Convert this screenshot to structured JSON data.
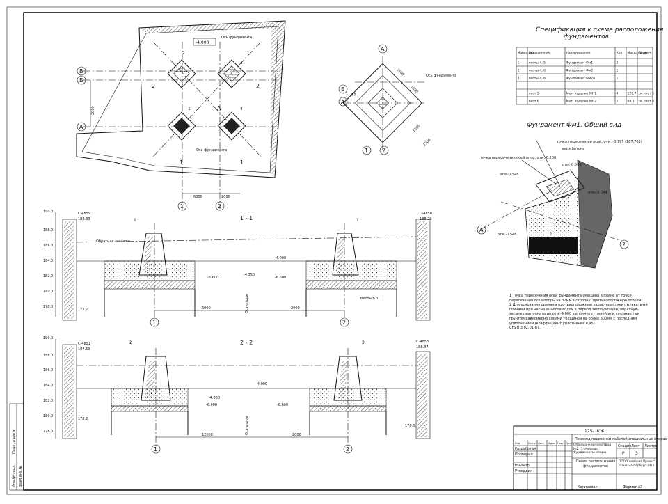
{
  "plan": {
    "top_level": "-4.000",
    "axis_label": "Ось фундамента",
    "axis_label_bottom": "Ось фундамента",
    "dim_left": "2000",
    "dim_b1": "6000",
    "dim_b2": "2000",
    "row_marks": [
      "В",
      "Б",
      "А"
    ],
    "col_marks": [
      "1",
      "2"
    ],
    "section_marks": [
      "2",
      "2",
      "1",
      "1"
    ],
    "pier_marks": [
      "2",
      "3",
      "1",
      "4"
    ],
    "center_mark": "А"
  },
  "detail": {
    "marks": [
      "А",
      "Б",
      "А",
      "1",
      "2"
    ],
    "axis_label": "Ось фундамента",
    "dims": [
      "2500",
      "1500",
      "1500",
      "2500",
      "57"
    ]
  },
  "spec": {
    "title_line1": "Спецификация к схеме расположения",
    "title_line2": "фундаментов",
    "headers": [
      "Марка поз.",
      "Обозначение",
      "Наименование",
      "Кол.",
      "Масса ед. кг",
      "Примеч."
    ],
    "rows": [
      [
        "1",
        "листы 4, 5",
        "Фундамент Фм1",
        "2",
        "",
        ""
      ],
      [
        "2",
        "листы 4, 6",
        "Фундамент Фм2",
        "1",
        "",
        ""
      ],
      [
        "3",
        "листы 4, 6",
        "Фундамент Фм2а",
        "1",
        "",
        ""
      ],
      [
        "",
        "",
        "",
        "",
        "",
        ""
      ],
      [
        "",
        "лист 5",
        "Мет. изделие МН1",
        "4",
        "129.7",
        "см.лист 5"
      ],
      [
        "",
        "лист 6",
        "Мет. изделие МН2",
        "2",
        "69.8",
        "см.лист 6"
      ]
    ]
  },
  "iso": {
    "title": "Фундамент Фм1. Общий вид",
    "labels": [
      "точка пересечения осей. отм. -0.795 (187.705)",
      "верх бетона",
      "точка пересечения осей опор. отм.-0.200",
      "отм.-0.044",
      "отм.-0.546",
      "отм.-0.044",
      "отм.-0.546"
    ],
    "marks": [
      "А",
      "2",
      "1"
    ]
  },
  "notes": [
    "1 Точка пересечения осей фундамента смещена в плане от точки пересечения осей опоры на 32мм в сторону, противоположную отбоям.",
    "2 Для основания сделаны противоположные характеристики пылеватыми глинами при насыщенности водой в период эксплуатации, обратную засыпку выполнить до отм.-4.000 выполнить глиной или суглинистым грунтом равномерно слоями толщиной не более 300мм с последним уплотнением (коэффициент уплотнения 0.95)",
    "СНиП 3.02.01-87."
  ],
  "section1": {
    "title": "1 - 1",
    "left_bore": "С-4859",
    "left_bore_elev": "188.33",
    "right_bore": "С-4850",
    "right_bore_elev": "188.29",
    "elev_scale": [
      "190.0",
      "188.0",
      "186.0",
      "184.0",
      "182.0",
      "180.0",
      "178.0"
    ],
    "levels": [
      "-4.000",
      "-6.600",
      "-4.350",
      "-6.600"
    ],
    "labels": [
      "Обратная засыпка",
      "Ось опоры",
      "Бетон В20"
    ],
    "dims": [
      "6000",
      "2000"
    ],
    "marks": [
      "1",
      "2"
    ],
    "pier_marks": [
      "1",
      "1"
    ],
    "bottom_left": "177.7"
  },
  "section2": {
    "title": "2 - 2",
    "left_bore": "С-4851",
    "left_bore_elev": "187.69",
    "right_bore": "С-4858",
    "right_bore_elev": "188.87",
    "elev_scale": [
      "190.0",
      "188.0",
      "186.0",
      "184.0",
      "182.0",
      "180.0",
      "178.0"
    ],
    "levels": [
      "-4.000",
      "-4.350",
      "-6.600",
      "-6.600"
    ],
    "labels": [
      "Ось опоры"
    ],
    "dims": [
      "12000",
      "2000"
    ],
    "marks": [
      "1",
      "2"
    ],
    "pier_marks": [
      "2",
      "3"
    ],
    "bottom_left": "178.2",
    "bottom_right": "178.8"
  },
  "title_block": {
    "code": "125-        -КЖ",
    "project": "Переход подвесной кабелей специальных опорах",
    "object": "Опора анкерная отвод №2 (1-очередь) Фундаменты опоры",
    "stage_hdr": "Стадия",
    "sheet_hdr": "Лист",
    "sheets_hdr": "Листов",
    "stage": "Р",
    "sheet": "3",
    "drawing": "Схема расположения фундаментов",
    "company": "ООО\"Компания Проект\" Санкт-Петербург 2012",
    "format": "Формат А3",
    "copy": "Копировал",
    "roles": [
      "Разработал",
      "Проверил",
      "Н.контр.",
      "Утвердил"
    ],
    "col_heads": [
      "Изм",
      "Кол.уч",
      "Лист",
      "№док",
      "Подп.",
      "Дата"
    ]
  },
  "stamp": {
    "lines": [
      "Инв.№ подл.",
      "Подп. и дата",
      "Взам.инв.№"
    ]
  }
}
